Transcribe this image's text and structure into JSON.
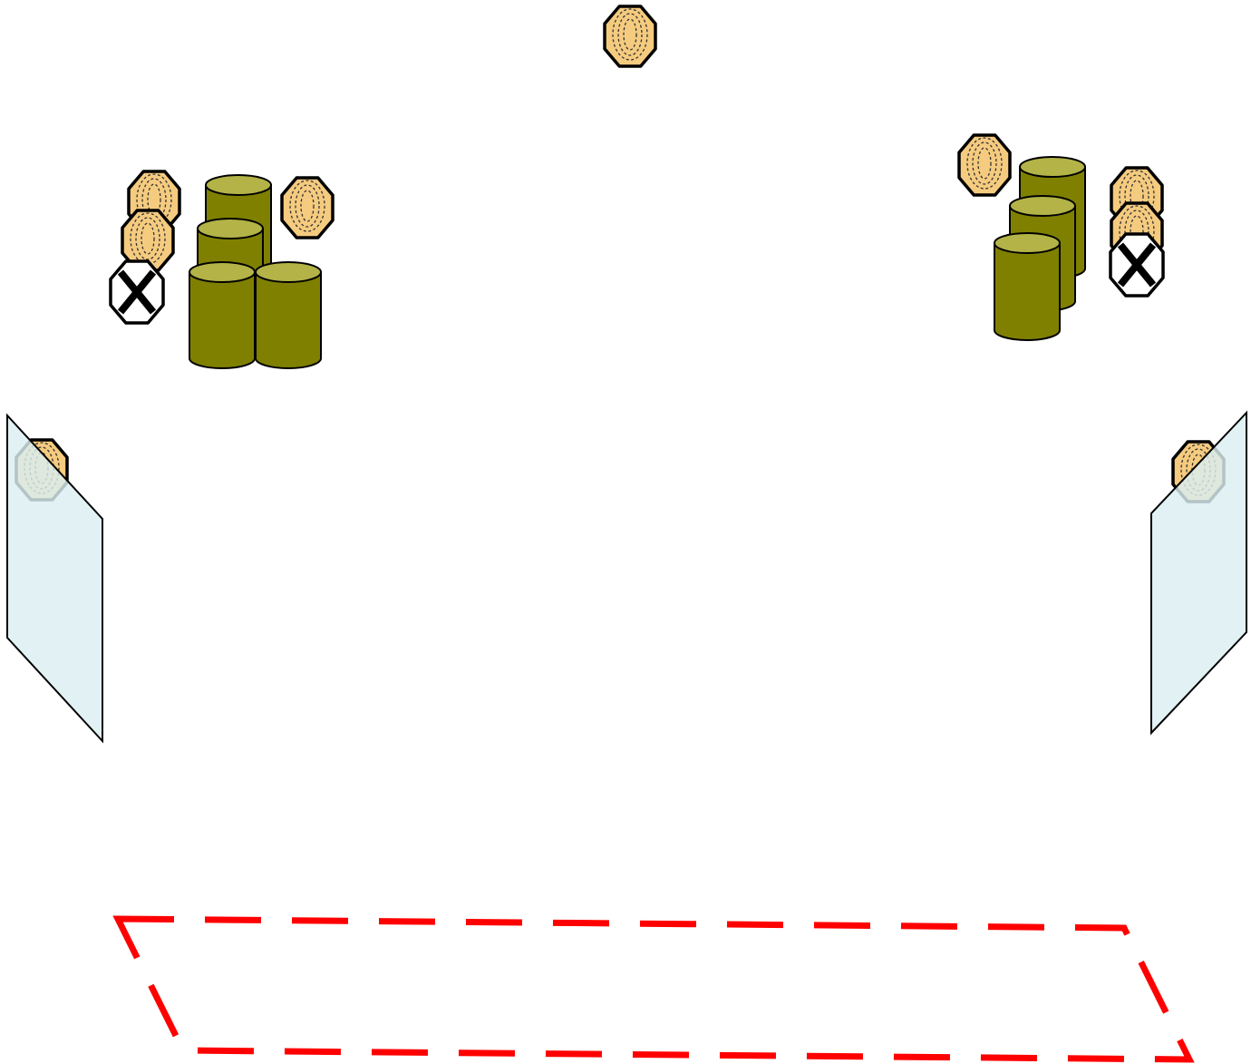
{
  "diagram": {
    "title": "",
    "colors": {
      "person_fill": "#f5cb7f",
      "person_stroke": "#000000",
      "barrel_body": "#808000",
      "barrel_top": "#b3b347",
      "panel_fill": "#daeef2",
      "panel_stroke": "#000000",
      "zone_stroke": "#ff0000",
      "neutralized_fill": "#ffffff"
    },
    "icons": {
      "person": "hooded-figure-icon",
      "neutralized": "crossed-octagon-icon",
      "barrel": "barrel-icon",
      "panel": "glass-panel-icon",
      "zone": "dashed-zone-icon"
    },
    "groups": {
      "top_figure": 1,
      "left_cluster": {
        "figures": 3,
        "crossed": 1,
        "barrels": 4
      },
      "right_cluster": {
        "figures": 3,
        "crossed": 1,
        "barrels": 3
      },
      "left_panel": {
        "figures": 1
      },
      "right_panel": {
        "figures": 1
      },
      "bottom_zone": 1
    }
  }
}
